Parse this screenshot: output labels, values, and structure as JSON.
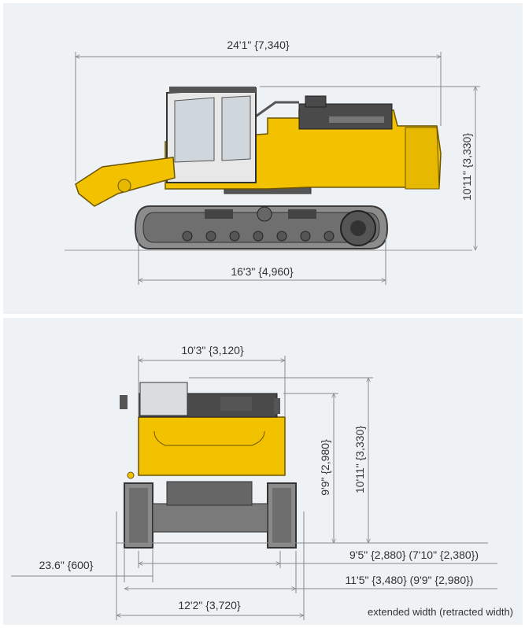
{
  "side_view": {
    "overall_length": "24'1\" {7,340}",
    "overall_height": "10'11\" {3,330}",
    "track_length": "16'3\" {4,960}"
  },
  "front_view": {
    "upper_width": "10'3\" {3,120}",
    "overall_height": "10'11\" {3,330}",
    "cab_height": "9'9\" {2,980}",
    "track_shoe_width": "23.6\" {600}",
    "track_gauge": "9'5\" {2,880} (7'10\" {2,380})",
    "undercarriage_width": "11'5\" {3,480} (9'9\" {2,980})",
    "overall_width": "12'2\" {3,720}",
    "note": "extended width (retracted width)"
  },
  "colors": {
    "panel_bg": "#eef2f5",
    "machine_yellow": "#f2c200",
    "dark_grey": "#4a4a4a",
    "dim_line": "#999999"
  }
}
